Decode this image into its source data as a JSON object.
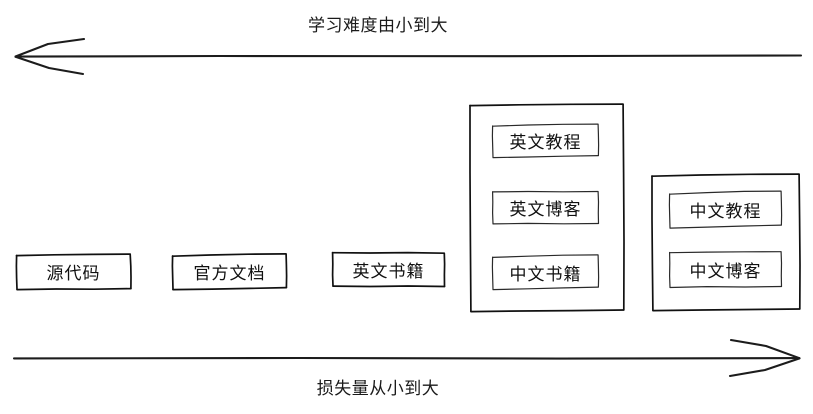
{
  "diagram": {
    "type": "sketch-axis-diagram",
    "background_color": "#ffffff",
    "stroke_color": "#111111",
    "top_axis": {
      "label": "学习难度由小到大",
      "direction": "left",
      "arrow_icon": "arrow-left-icon"
    },
    "bottom_axis": {
      "label": "损失量从小到大",
      "direction": "right",
      "arrow_icon": "arrow-right-icon"
    },
    "nodes": [
      {
        "label": "源代码"
      },
      {
        "label": "官方文档"
      },
      {
        "label": "英文书籍"
      }
    ],
    "groups": [
      {
        "name": "group-english-resources",
        "items": [
          {
            "label": "英文教程"
          },
          {
            "label": "英文博客"
          },
          {
            "label": "中文书籍"
          }
        ]
      },
      {
        "name": "group-chinese-resources",
        "items": [
          {
            "label": "中文教程"
          },
          {
            "label": "中文博客"
          }
        ]
      }
    ]
  }
}
